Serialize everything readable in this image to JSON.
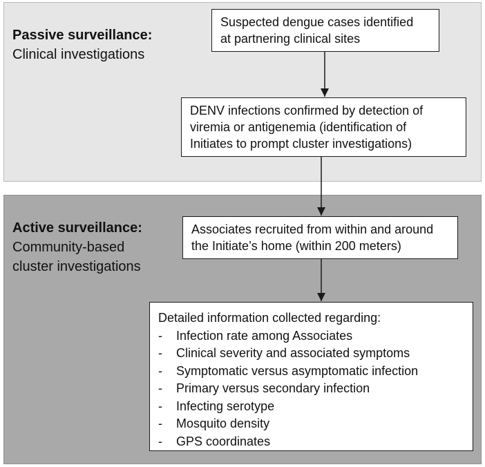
{
  "passive": {
    "heading": "Passive surveillance:",
    "subheading": "Clinical investigations"
  },
  "active": {
    "heading": "Active surveillance:",
    "subheading_line1": "Community-based",
    "subheading_line2": "cluster investigations"
  },
  "boxes": {
    "suspected": {
      "line1": "Suspected dengue cases identified",
      "line2": "at partnering clinical sites"
    },
    "confirmed": {
      "line1": "DENV infections confirmed by detection of",
      "line2": "viremia or antigenemia (identification of",
      "line3": "Initiates to prompt cluster investigations)"
    },
    "associates": {
      "line1": "Associates recruited from within and around",
      "line2": "the Initiate’s home (within 200 meters)"
    },
    "detailed": {
      "title": "Detailed information collected regarding:",
      "items": [
        "Infection rate among Associates",
        "Clinical severity and associated symptoms",
        "Symptomatic versus asymptomatic infection",
        "Primary versus secondary infection",
        "Infecting serotype",
        "Mosquito density",
        " GPS coordinates"
      ]
    }
  },
  "colors": {
    "passive_panel": "#e6e6e6",
    "active_panel": "#a9a9a9",
    "box_fill": "#ffffff",
    "line": "#1a1a1a"
  }
}
